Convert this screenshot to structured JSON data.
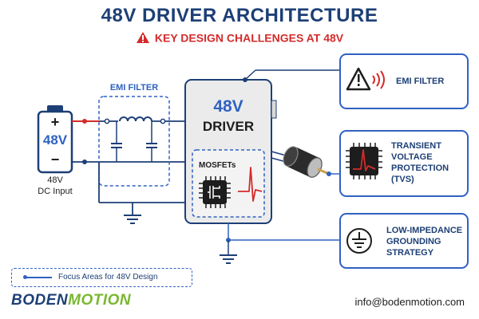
{
  "title": "48V DRIVER ARCHITECTURE",
  "subtitle": "KEY DESIGN CHALLENGES AT 48V",
  "colors": {
    "navy": "#1d3f76",
    "red": "#d42b2b",
    "blue": "#2f62c2",
    "green": "#7ab72f",
    "gray_box": "#ebebeb"
  },
  "battery": {
    "plus": "+",
    "voltage": "48V",
    "minus": "−",
    "caption_line1": "48V",
    "caption_line2": "DC Input"
  },
  "emi_filter_label": "EMI FILTER",
  "driver": {
    "title_line1": "48V",
    "title_line2": "DRIVER",
    "mosfet_label": "MOSFETs"
  },
  "callouts": [
    {
      "icon": "warning-emi-icon",
      "lines": [
        "EMI FILTER"
      ]
    },
    {
      "icon": "transient-spike-icon",
      "lines": [
        "TRANSIENT",
        "VOLTAGE",
        "PROTECTION",
        "(TVS)"
      ]
    },
    {
      "icon": "ground-icon",
      "lines": [
        "LOW-IMPEDANCE",
        "GROUNDING",
        "STRATEGY"
      ]
    }
  ],
  "legend_label": "Focus Areas for 48V Design",
  "logo": {
    "part1": "BODEN",
    "part2": "MOTION"
  },
  "email": "info@bodenmotion.com"
}
